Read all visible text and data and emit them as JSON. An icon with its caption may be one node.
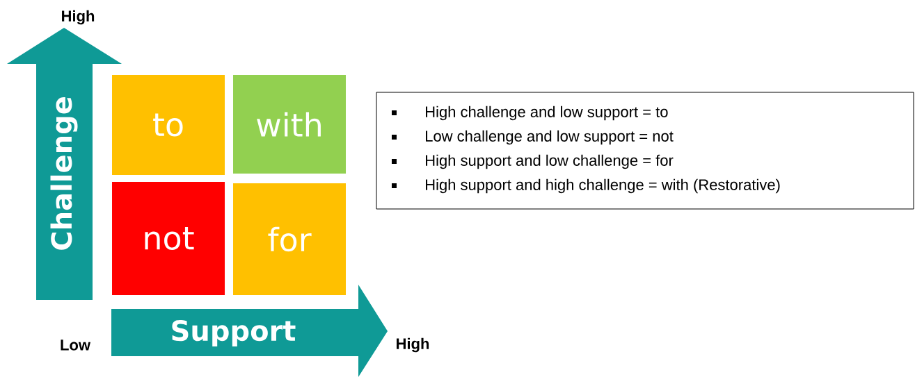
{
  "diagram": {
    "nodes": [
      {
        "text": [
          "Challenge"
        ]
      },
      {
        "text": [
          "to"
        ]
      },
      {
        "text": [
          "with"
        ]
      },
      {
        "text": [
          "not"
        ]
      },
      {
        "text": [
          "for"
        ]
      },
      {
        "text": [
          "Support"
        ]
      },
      {
        "text": [
          "High challenge and low support = to",
          "Low challenge and low support = not",
          "High support and low challenge = for",
          "High support and high challenge = with (Restorative)"
        ]
      }
    ],
    "labels": [
      "High",
      "Low",
      "High"
    ]
  }
}
